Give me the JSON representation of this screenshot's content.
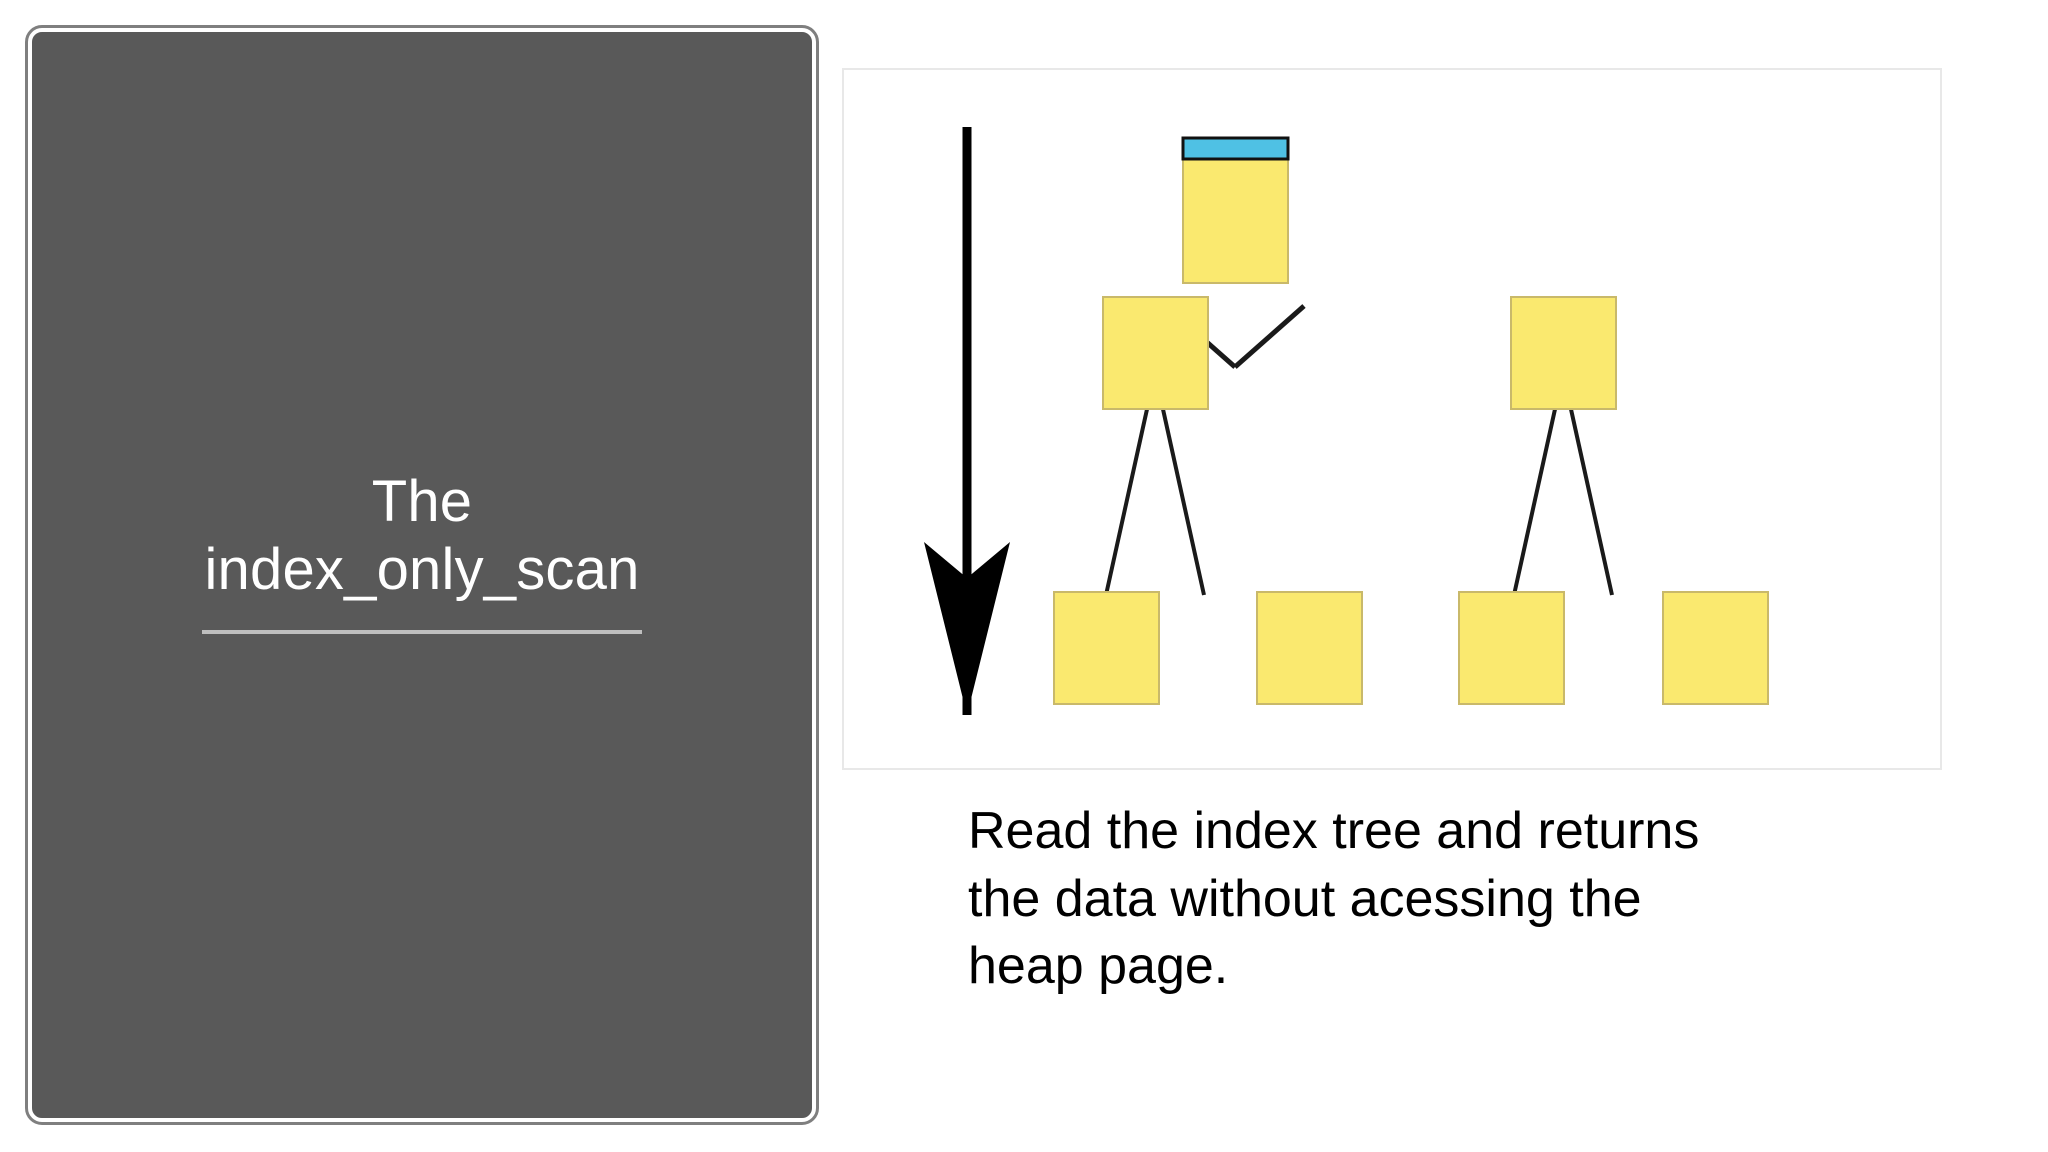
{
  "slide": {
    "title_panel": {
      "background_color": "#595959",
      "border_color": "#7f7f7f",
      "title_lines": [
        "The",
        "index_only_scan"
      ],
      "rule_color": "#bfbfbf",
      "text_color": "#ffffff"
    },
    "diagram_panel": {
      "background_color": "#ffffff",
      "border_color": "#e8e8e8",
      "arrow": {
        "icon": "down-arrow-icon",
        "color": "#000000",
        "direction": "down",
        "label": ""
      },
      "tree": {
        "type": "btree-index",
        "node_fill": "#fae96f",
        "node_stroke": "#c9b96a",
        "highlight_fill": "#4fc1e4",
        "highlight_stroke": "#111111",
        "edge_color": "#1a1a1a",
        "levels": [
          {
            "name": "root",
            "nodes": [
              {
                "id": "root",
                "label": "",
                "highlighted": true
              }
            ]
          },
          {
            "name": "internal",
            "nodes": [
              {
                "id": "internal-left",
                "label": "",
                "highlighted": false
              },
              {
                "id": "internal-right",
                "label": "",
                "highlighted": false
              }
            ]
          },
          {
            "name": "leaf",
            "nodes": [
              {
                "id": "leaf-1",
                "label": "",
                "highlighted": false
              },
              {
                "id": "leaf-2",
                "label": "",
                "highlighted": false
              },
              {
                "id": "leaf-3",
                "label": "",
                "highlighted": false
              },
              {
                "id": "leaf-4",
                "label": "",
                "highlighted": false
              }
            ]
          }
        ],
        "edges": [
          {
            "from": "root",
            "to": "internal-left"
          },
          {
            "from": "root",
            "to": "internal-right"
          },
          {
            "from": "internal-left",
            "to": "leaf-1"
          },
          {
            "from": "internal-left",
            "to": "leaf-2"
          },
          {
            "from": "internal-right",
            "to": "leaf-3"
          },
          {
            "from": "internal-right",
            "to": "leaf-4"
          }
        ]
      }
    },
    "caption": {
      "lines": [
        "Read the index tree and returns",
        "the data without acessing the",
        "heap page."
      ],
      "text_color": "#000000"
    }
  }
}
